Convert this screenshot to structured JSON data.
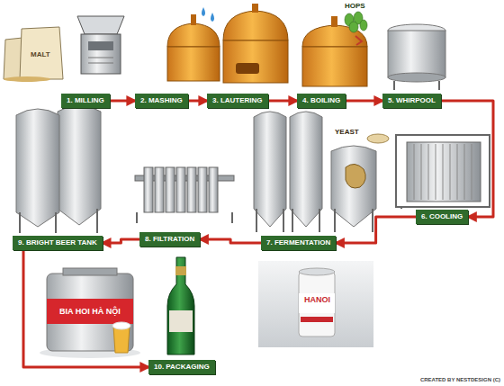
{
  "diagram": {
    "nodes": [
      {
        "text": [
          "1. MILLING"
        ]
      },
      {
        "text": [
          "2. MASHING"
        ]
      },
      {
        "text": [
          "3. LAUTERING"
        ]
      },
      {
        "text": [
          "4. BOILING"
        ]
      },
      {
        "text": [
          "5. WHIRPOOL"
        ]
      },
      {
        "text": [
          "6. COOLING"
        ]
      },
      {
        "text": [
          "7. FERMENTATION"
        ]
      },
      {
        "text": [
          "8. FILTRATION"
        ]
      },
      {
        "text": [
          "9. BRIGHT BEER TANK"
        ]
      },
      {
        "text": [
          "10. PACKAGING"
        ]
      }
    ],
    "edges": [
      {
        "from": 0,
        "to": 1,
        "arrow": "to"
      },
      {
        "from": 1,
        "to": 2,
        "arrow": "to"
      },
      {
        "from": 2,
        "to": 3,
        "arrow": "to"
      },
      {
        "from": 3,
        "to": 4,
        "arrow": "to"
      },
      {
        "from": 4,
        "to": 5,
        "arrow": "to"
      },
      {
        "from": 5,
        "to": 6,
        "arrow": "to"
      },
      {
        "from": 6,
        "to": 7,
        "arrow": "to"
      },
      {
        "from": 7,
        "to": 8,
        "arrow": "to"
      },
      {
        "from": 8,
        "to": 9,
        "arrow": "to"
      }
    ],
    "labels": [
      "MALT",
      "HOPS",
      "YEAST",
      "BIA HOI HÀ NỘI",
      "HANOI",
      "CREATED BY NESTDESIGN (C)"
    ]
  }
}
